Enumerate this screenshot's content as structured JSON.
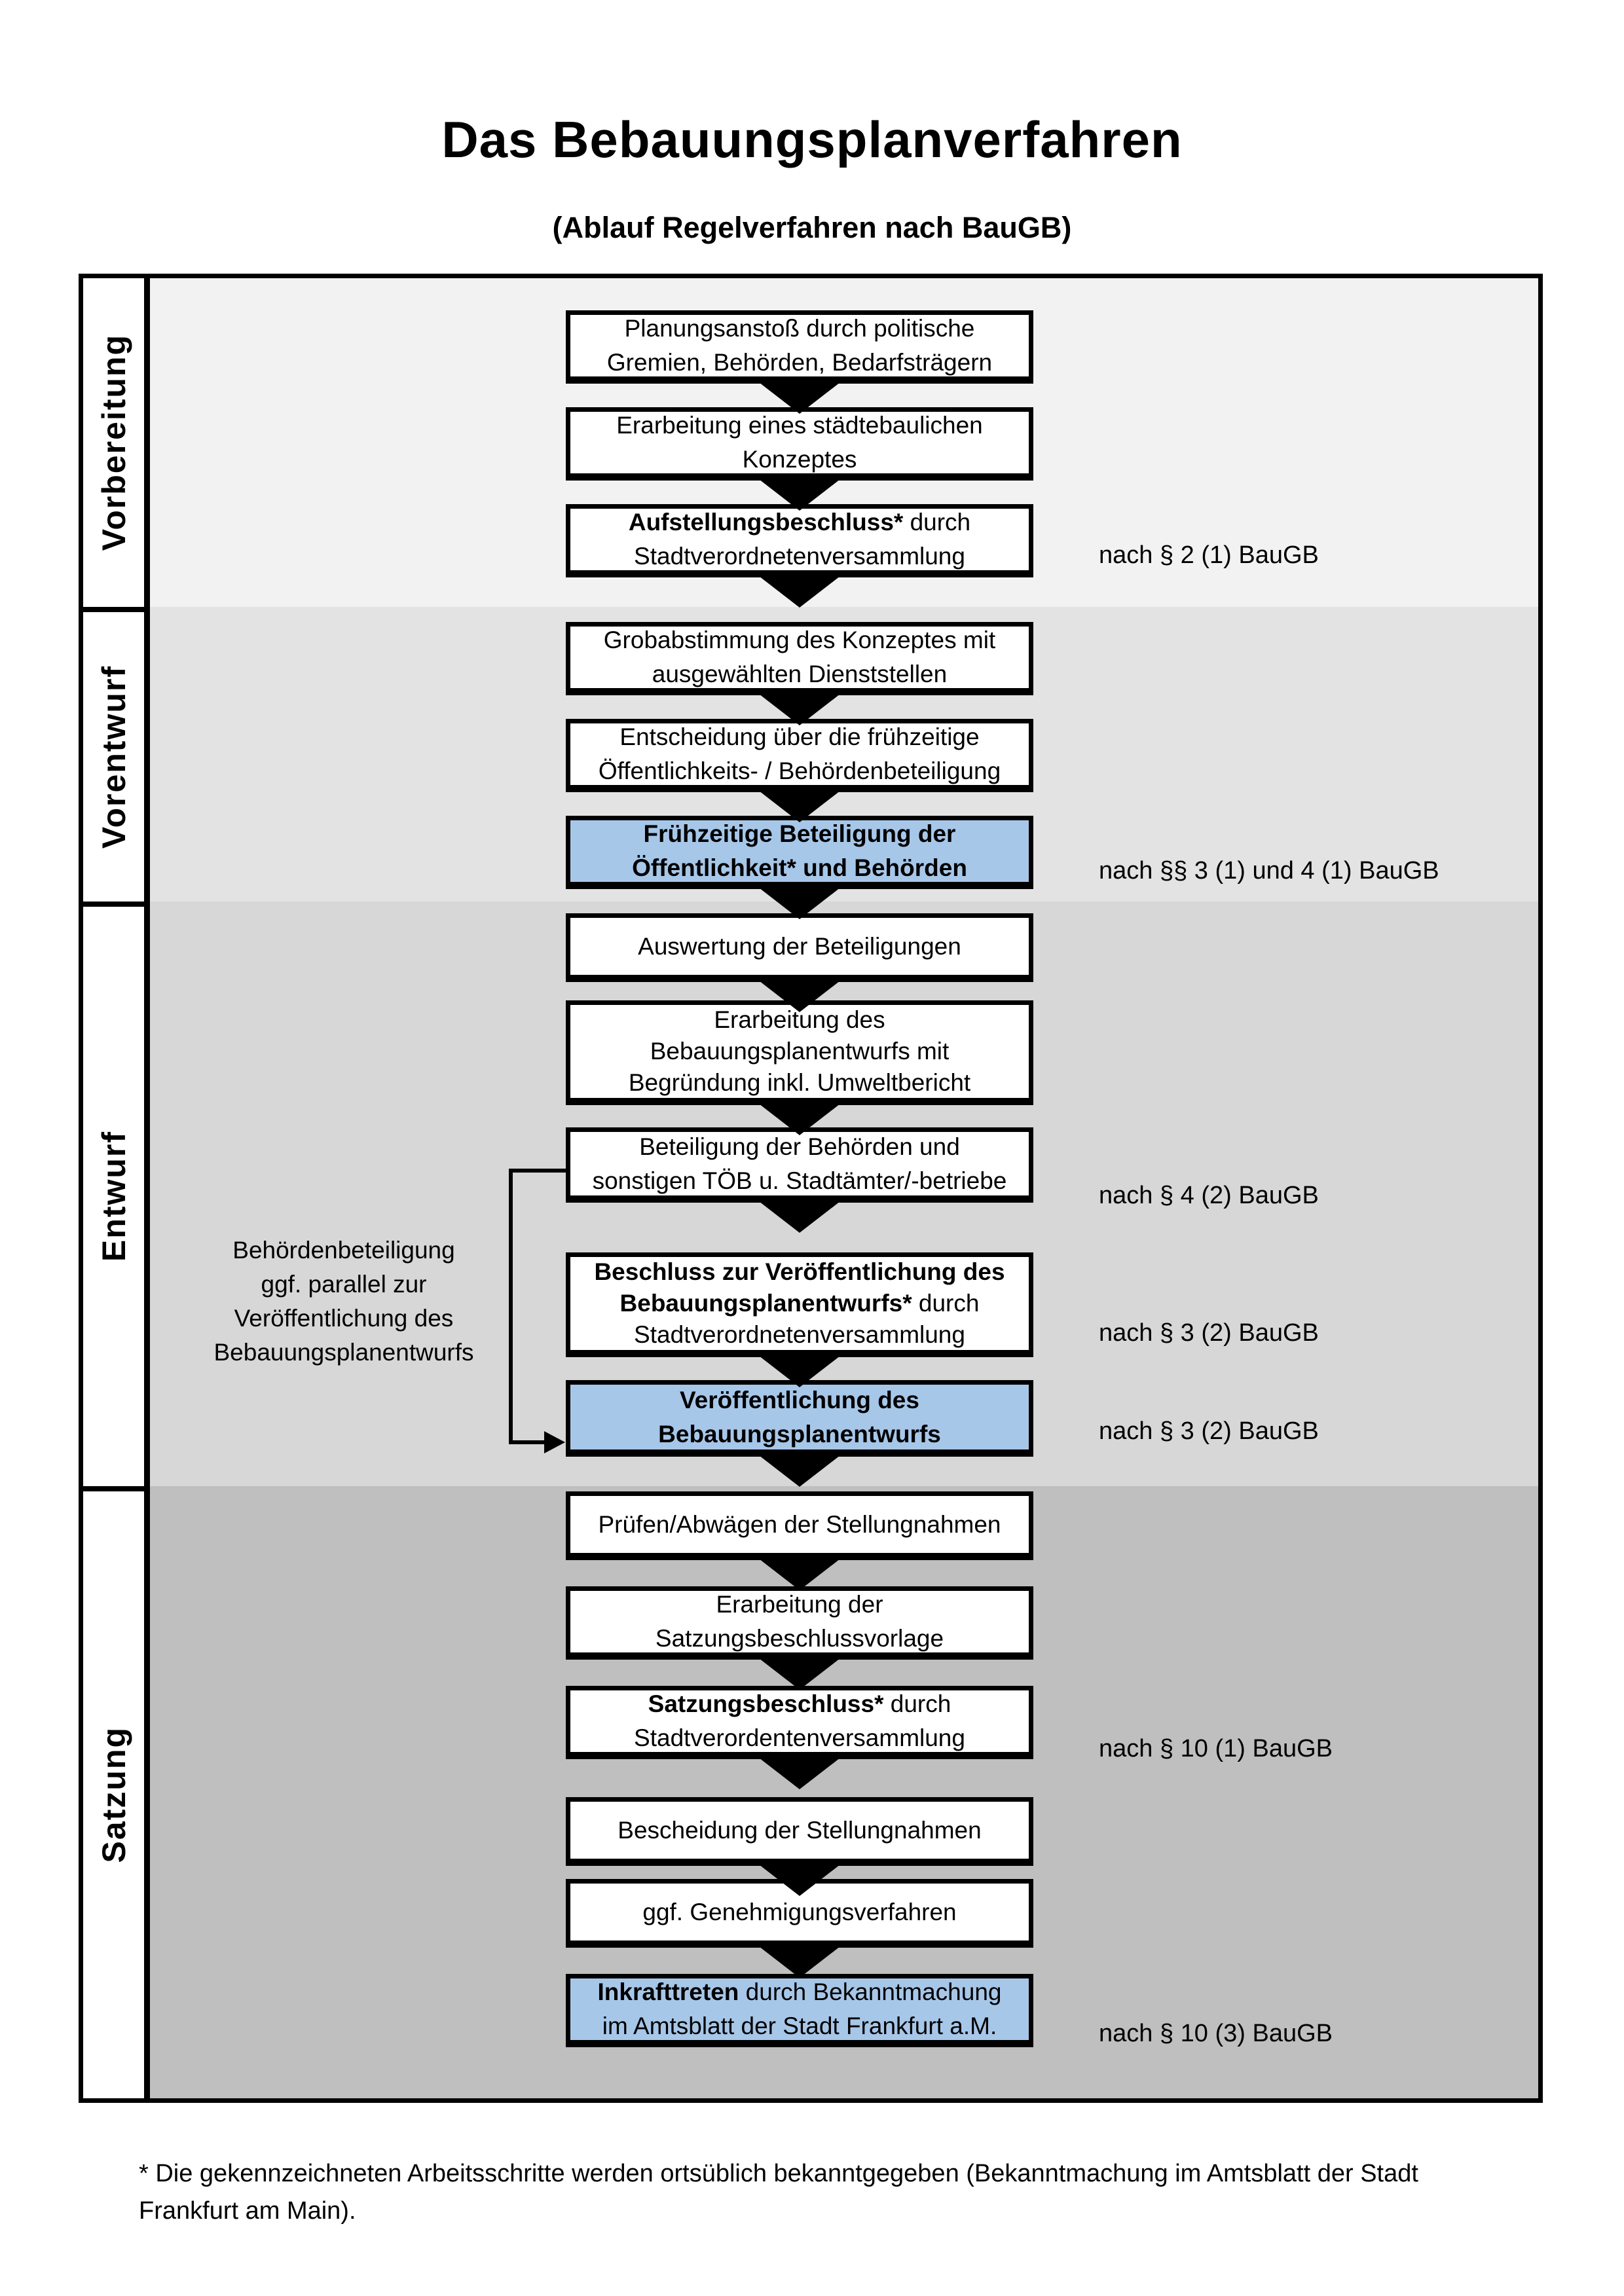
{
  "title": "Das Bebauungsplanverfahren",
  "subtitle": "(Ablauf Regelverfahren nach BauGB)",
  "colors": {
    "highlight": "#a7c7e9",
    "section_backgrounds": [
      "#f2f2f2",
      "#e3e3e3",
      "#d7d7d7",
      "#bfbfbf"
    ]
  },
  "sections": [
    {
      "label": "Vorbereitung",
      "steps": [
        {
          "lines": [
            [
              {
                "b": 0,
                "t": "Planungsanstoß durch politische"
              }
            ],
            [
              {
                "b": 0,
                "t": "Gremien, Behörden, Bedarfsträgern"
              }
            ]
          ]
        },
        {
          "lines": [
            [
              {
                "b": 0,
                "t": "Erarbeitung eines städtebaulichen"
              }
            ],
            [
              {
                "b": 0,
                "t": "Konzeptes"
              }
            ]
          ]
        },
        {
          "lines": [
            [
              {
                "b": 1,
                "t": "Aufstellungsbeschluss*"
              },
              {
                "b": 0,
                "t": " durch"
              }
            ],
            [
              {
                "b": 0,
                "t": "Stadtverordnetenversammlung"
              }
            ]
          ]
        }
      ]
    },
    {
      "label": "Vorentwurf",
      "steps": [
        {
          "lines": [
            [
              {
                "b": 0,
                "t": "Grobabstimmung des Konzeptes mit"
              }
            ],
            [
              {
                "b": 0,
                "t": "ausgewählten Dienststellen"
              }
            ]
          ]
        },
        {
          "lines": [
            [
              {
                "b": 0,
                "t": "Entscheidung über die frühzeitige"
              }
            ],
            [
              {
                "b": 0,
                "t": "Öffentlichkeits- / Behördenbeteiligung"
              }
            ]
          ]
        },
        {
          "highlight": true,
          "lines": [
            [
              {
                "b": 1,
                "t": "Frühzeitige Beteiligung der"
              }
            ],
            [
              {
                "b": 1,
                "t": "Öffentlichkeit* und Behörden"
              }
            ]
          ]
        }
      ]
    },
    {
      "label": "Entwurf",
      "steps": [
        {
          "lines": [
            [
              {
                "b": 0,
                "t": "Auswertung der Beteiligungen"
              }
            ]
          ]
        },
        {
          "lines": [
            [
              {
                "b": 0,
                "t": "Erarbeitung des"
              }
            ],
            [
              {
                "b": 0,
                "t": "Bebauungsplanentwurfs mit"
              }
            ],
            [
              {
                "b": 0,
                "t": "Begründung inkl. Umweltbericht"
              }
            ]
          ]
        },
        {
          "lines": [
            [
              {
                "b": 0,
                "t": "Beteiligung der Behörden und"
              }
            ],
            [
              {
                "b": 0,
                "t": "sonstigen TÖB u. Stadtämter/-betriebe"
              }
            ]
          ]
        },
        {
          "lines": [
            [
              {
                "b": 1,
                "t": "Beschluss zur Veröffentlichung des"
              }
            ],
            [
              {
                "b": 1,
                "t": "Bebauungsplanentwurfs*"
              },
              {
                "b": 0,
                "t": " durch"
              }
            ],
            [
              {
                "b": 0,
                "t": "Stadtverordnetenversammlung"
              }
            ]
          ]
        },
        {
          "highlight": true,
          "lines": [
            [
              {
                "b": 1,
                "t": "Veröffentlichung des"
              }
            ],
            [
              {
                "b": 1,
                "t": "Bebauungsplanentwurfs"
              }
            ]
          ]
        }
      ]
    },
    {
      "label": "Satzung",
      "steps": [
        {
          "lines": [
            [
              {
                "b": 0,
                "t": "Prüfen/Abwägen der Stellungnahmen"
              }
            ]
          ]
        },
        {
          "lines": [
            [
              {
                "b": 0,
                "t": "Erarbeitung der"
              }
            ],
            [
              {
                "b": 0,
                "t": "Satzungsbeschlussvorlage"
              }
            ]
          ]
        },
        {
          "lines": [
            [
              {
                "b": 1,
                "t": "Satzungsbeschluss*"
              },
              {
                "b": 0,
                "t": " durch"
              }
            ],
            [
              {
                "b": 0,
                "t": "Stadtverordentenversammlung"
              }
            ]
          ]
        },
        {
          "lines": [
            [
              {
                "b": 0,
                "t": "Bescheidung der Stellungnahmen"
              }
            ]
          ]
        },
        {
          "lines": [
            [
              {
                "b": 0,
                "t": "ggf. Genehmigungsverfahren"
              }
            ]
          ]
        },
        {
          "highlight": true,
          "lines": [
            [
              {
                "b": 1,
                "t": "Inkrafttreten"
              },
              {
                "b": 0,
                "t": " durch Bekanntmachung"
              }
            ],
            [
              {
                "b": 0,
                "t": "im Amtsblatt der Stadt Frankfurt a.M."
              }
            ]
          ]
        }
      ]
    }
  ],
  "legal_refs": [
    "nach § 2 (1) BauGB",
    "nach §§ 3 (1) und 4 (1) BauGB",
    "nach § 4 (2) BauGB",
    "nach § 3 (2) BauGB",
    "nach § 3 (2) BauGB",
    "nach § 10 (1) BauGB",
    "nach § 10 (3) BauGB"
  ],
  "side_note": {
    "lines": [
      "Behördenbeteiligung",
      "ggf. parallel zur",
      "Veröffentlichung des",
      "Bebauungsplanentwurfs"
    ]
  },
  "footnote": {
    "line1": "* Die gekennzeichneten Arbeitsschritte werden ortsüblich bekanntgegeben (Bekanntmachung im Amtsblatt  der Stadt",
    "line2": "Frankfurt am Main)."
  }
}
